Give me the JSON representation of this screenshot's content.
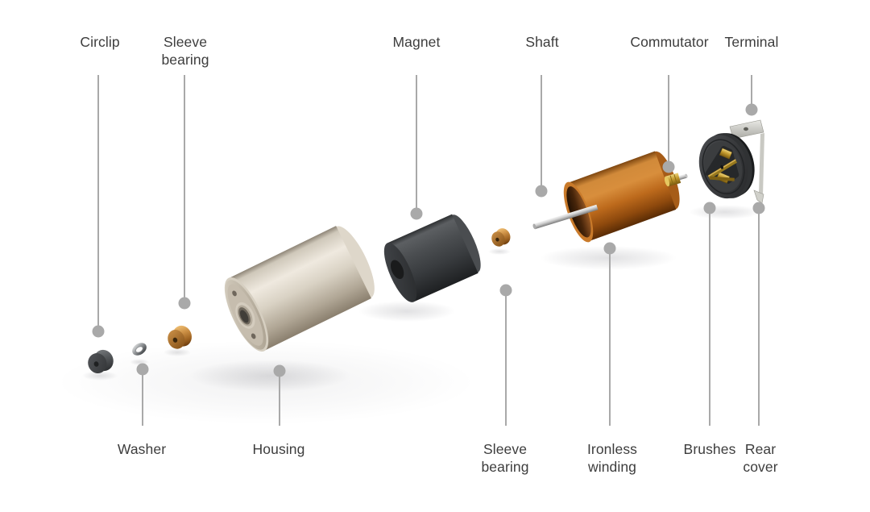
{
  "diagram": {
    "kind": "exploded-view",
    "labels": [
      {
        "id": "circlip",
        "text": "Circlip"
      },
      {
        "id": "sleeve-bearing-front",
        "text": "Sleeve bearing"
      },
      {
        "id": "magnet",
        "text": "Magnet"
      },
      {
        "id": "shaft",
        "text": "Shaft"
      },
      {
        "id": "commutator",
        "text": "Commutator"
      },
      {
        "id": "terminal",
        "text": "Terminal"
      },
      {
        "id": "washer",
        "text": "Washer"
      },
      {
        "id": "housing",
        "text": "Housing"
      },
      {
        "id": "sleeve-bearing-rear",
        "text": "Sleeve bearing"
      },
      {
        "id": "ironless-winding",
        "text": "Ironless winding"
      },
      {
        "id": "brushes",
        "text": "Brushes"
      },
      {
        "id": "rear-cover",
        "text": "Rear cover"
      }
    ],
    "colors": {
      "background": "#ffffff",
      "leader_line": "#a9a9a9",
      "label_text": "#3d3d3d",
      "housing_metal": "#d9d2c4",
      "magnet_dark": "#3b3d40",
      "copper_bearing": "#c98f47",
      "winding_orange": "#c4721f",
      "commutator_gold": "#c39a2e",
      "shaft_silver": "#c6c6c6",
      "cover_dark": "#333537"
    }
  }
}
